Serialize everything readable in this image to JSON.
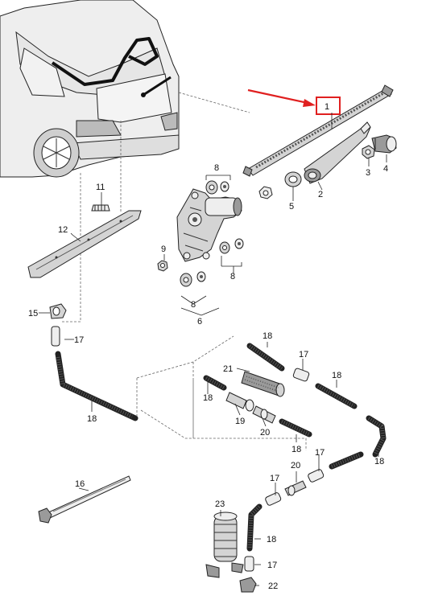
{
  "diagram": {
    "labels": {
      "p1": "1",
      "p2": "2",
      "p3": "3",
      "p4": "4",
      "p5": "5",
      "p6": "6",
      "p8a": "8",
      "p8b": "8",
      "p8c": "8",
      "p9": "9",
      "p11": "11",
      "p12": "12",
      "p15": "15",
      "p16": "16",
      "p17a": "17",
      "p17b": "17",
      "p17c": "17",
      "p17d": "17",
      "p17e": "17",
      "p18a": "18",
      "p18b": "18",
      "p18c": "18",
      "p18d": "18",
      "p18e": "18",
      "p18f": "18",
      "p18g": "18",
      "p19": "19",
      "p20a": "20",
      "p20b": "20",
      "p21": "21",
      "p22": "22",
      "p23": "23"
    },
    "colors": {
      "highlight": "#e02020",
      "line": "#222222",
      "part_fill": "#d4d4d4"
    }
  }
}
